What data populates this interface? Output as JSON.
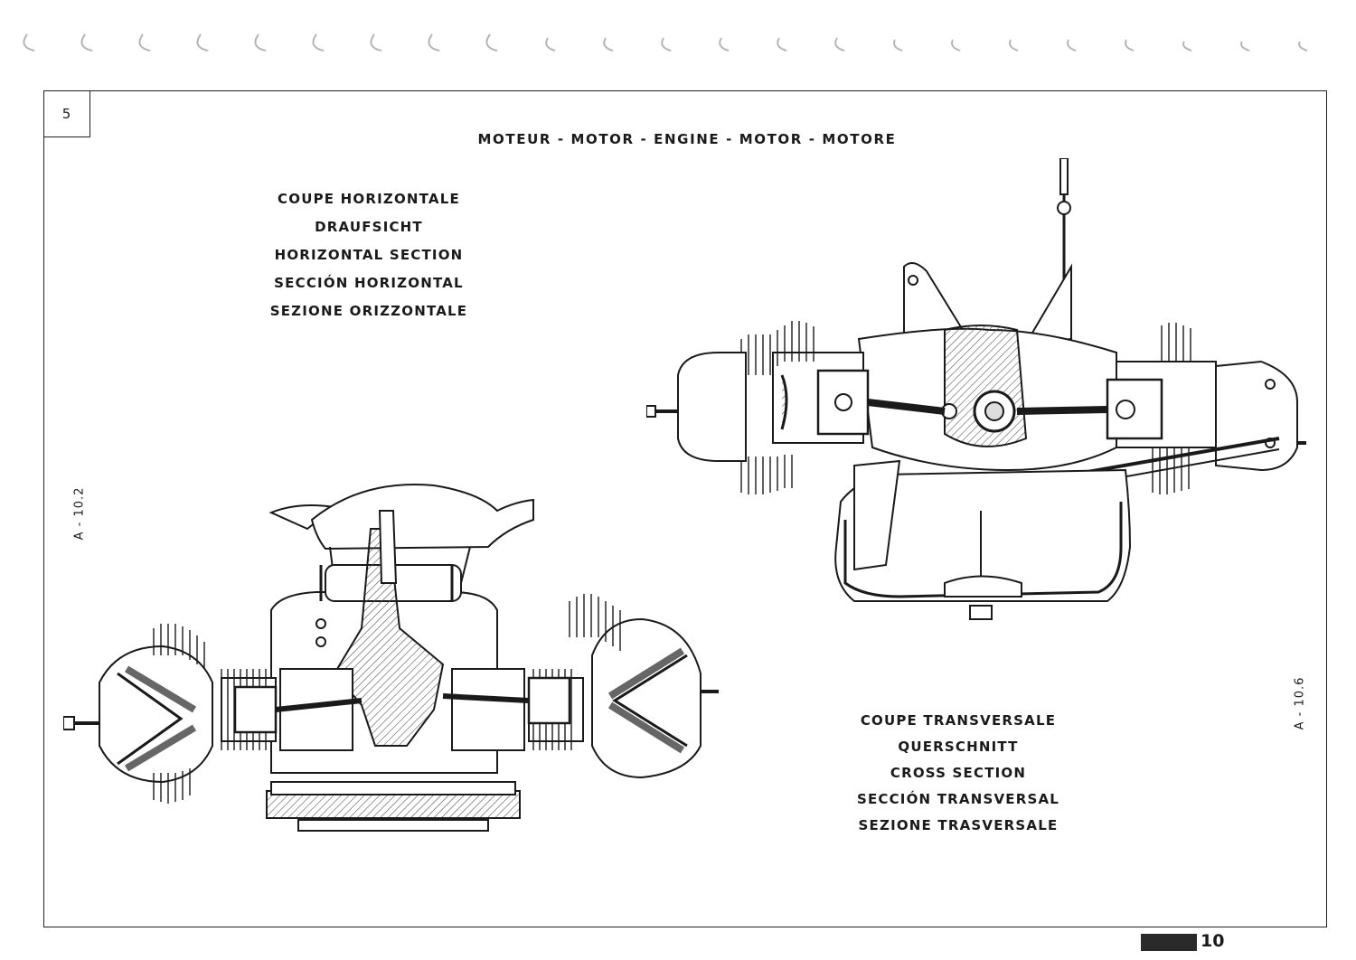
{
  "page": {
    "section_number": "5",
    "title": "MOTEUR - MOTOR - ENGINE - MOTOR - MOTORE",
    "page_number": "10"
  },
  "figure_left": {
    "code": "A - 10.2",
    "captions": [
      "COUPE HORIZONTALE",
      "DRAUFSICHT",
      "HORIZONTAL SECTION",
      "SECCIÓN HORIZONTAL",
      "SEZIONE ORIZZONTALE"
    ]
  },
  "figure_right": {
    "code": "A - 10.6",
    "captions": [
      "COUPE TRANSVERSALE",
      "QUERSCHNITT",
      "CROSS SECTION",
      "SECCIÓN TRANSVERSAL",
      "SEZIONE TRASVERSALE"
    ]
  },
  "colors": {
    "ink": "#1a1a1a",
    "paper": "#ffffff",
    "hatch": "#555555"
  }
}
